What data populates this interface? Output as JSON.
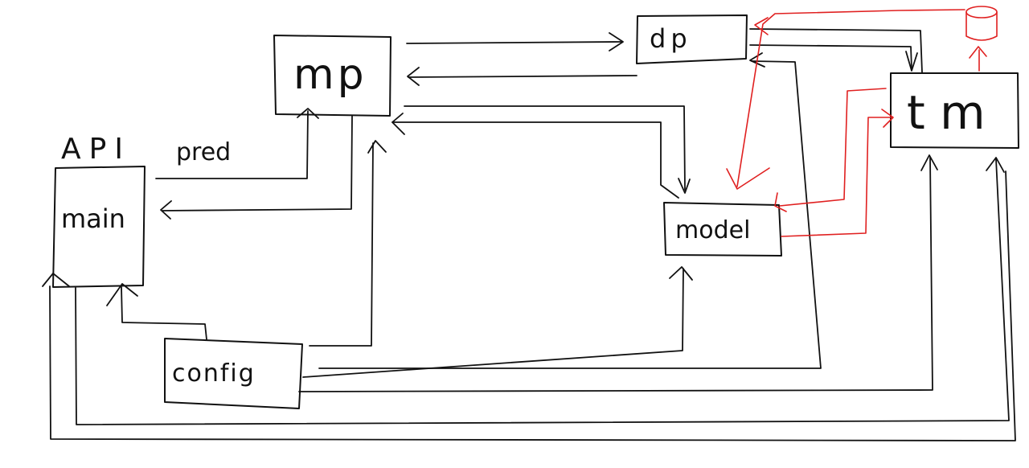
{
  "colors": {
    "ink": "#111111",
    "red_ink": "#e02020",
    "background": "#ffffff"
  },
  "nodes": {
    "main": "main",
    "mp": "mp",
    "dp": "dp",
    "tm": "tm",
    "model": "model",
    "config": "config",
    "database_icon": "cylinder"
  },
  "labels": {
    "api": "API",
    "pred": "pred",
    "main": "main",
    "mp": "mp",
    "dp": "dp",
    "tm": "t m",
    "model": "model",
    "config": "config"
  }
}
